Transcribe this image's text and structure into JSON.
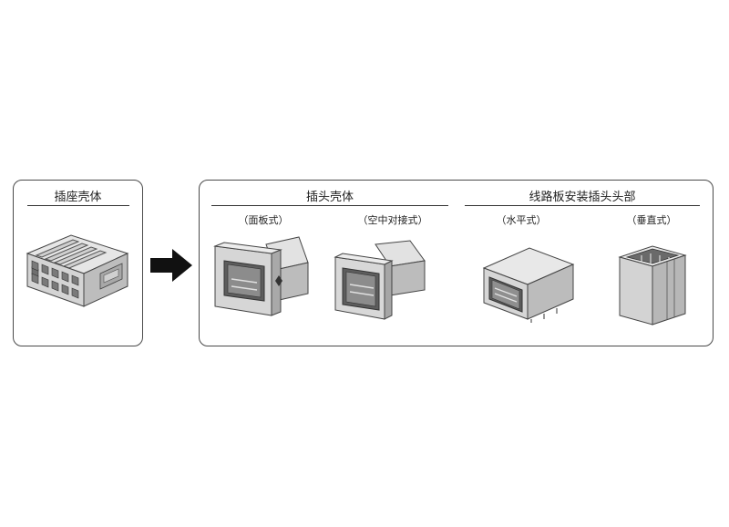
{
  "receptacle": {
    "title": "插座壳体"
  },
  "plug": {
    "title": "插头壳体",
    "variants": [
      {
        "label": "（面板式）"
      },
      {
        "label": "（空中对接式）"
      }
    ]
  },
  "pcb": {
    "title": "线路板安装插头头部",
    "variants": [
      {
        "label": "（水平式）"
      },
      {
        "label": "（垂直式）"
      }
    ]
  },
  "colors": {
    "border": "#4a4a4a",
    "fill": "#d9d9d9",
    "dark": "#8a8a8a",
    "arrow": "#111111"
  }
}
